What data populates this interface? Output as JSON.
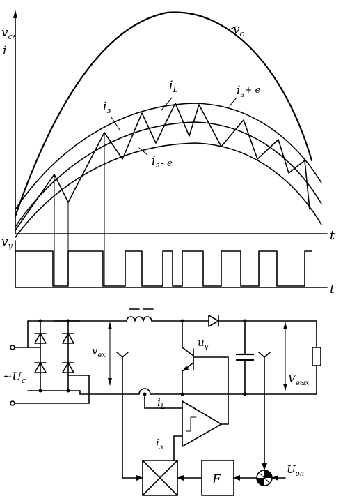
{
  "waveforms": {
    "axis_t_top": "t",
    "axis_t_bottom": "t",
    "y_axis_top_label_1": "v",
    "y_axis_top_label_1_sub": "c",
    "y_axis_top_label_2": "i",
    "curve_vc": "v",
    "curve_vc_sub": "c",
    "curve_iL": "i",
    "curve_iL_sub": "L",
    "curve_iz": "i",
    "curve_iz_sub": "з",
    "curve_upper_band": "i",
    "curve_upper_band_sub": "з",
    "curve_upper_band_suffix": "+ e",
    "curve_lower_band": "i",
    "curve_lower_band_sub": "з",
    "curve_lower_band_suffix": "- e",
    "y_axis_bottom_label": "v",
    "y_axis_bottom_label_sub": "у"
  },
  "circuit": {
    "input_label": "~U",
    "input_label_sub": "c",
    "v_in_label": "v",
    "v_in_label_sub": "вх",
    "v_out_label": "V",
    "v_out_label_sub": "вых",
    "switch_label": "u",
    "switch_label_sub": "y",
    "current_sense_label": "i",
    "current_sense_label_sub": "L",
    "ref_current_label": "i",
    "ref_current_label_sub": "з",
    "filter_label": "F",
    "reference_label": "U",
    "reference_label_sub": "оп"
  }
}
